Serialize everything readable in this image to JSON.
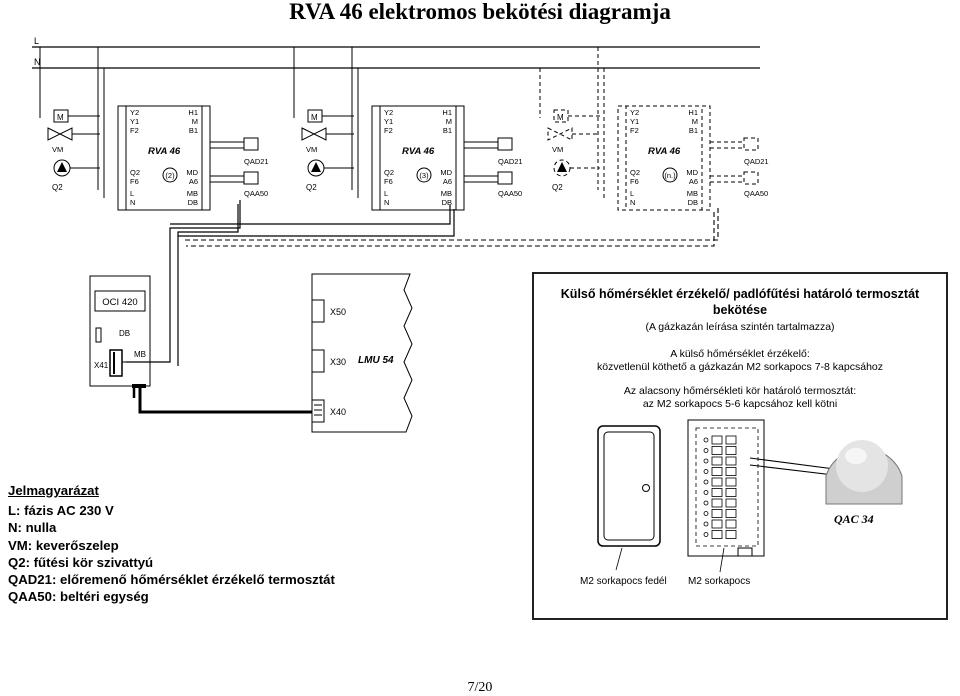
{
  "title": "RVA 46 elektromos bekötési diagramja",
  "lines": {
    "L": "L",
    "N": "N"
  },
  "controllers": [
    {
      "name": "RVA 46",
      "number": "(2)",
      "term_left": [
        "Y2",
        "Y1",
        "F2",
        "Q2",
        "F6",
        "L",
        "N"
      ],
      "term_right": [
        "H1",
        "M",
        "B1",
        "MD",
        "A6",
        "MB",
        "DB"
      ],
      "sensor_top": "QAD21",
      "sensor_bottom": "QAA50"
    },
    {
      "name": "RVA 46",
      "number": "(3)",
      "term_left": [
        "Y2",
        "Y1",
        "F2",
        "Q2",
        "F6",
        "L",
        "N"
      ],
      "term_right": [
        "H1",
        "M",
        "B1",
        "MD",
        "A6",
        "MB",
        "DB"
      ],
      "sensor_top": "QAD21",
      "sensor_bottom": "QAA50"
    },
    {
      "name": "RVA 46",
      "number": "(n.)",
      "term_left": [
        "Y2",
        "Y1",
        "F2",
        "Q2",
        "F6",
        "L",
        "N"
      ],
      "term_right": [
        "H1",
        "M",
        "B1",
        "MD",
        "A6",
        "MB",
        "DB"
      ],
      "sensor_top": "QAD21",
      "sensor_bottom": "QAA50"
    }
  ],
  "field_devices": {
    "motor": "M",
    "valve": "VM",
    "pump": "Q2"
  },
  "oci": {
    "name": "OCI 420",
    "db": "DB",
    "mb": "MB",
    "x41": "X41"
  },
  "lmu": {
    "name": "LMU 54",
    "x50": "X50",
    "x30": "X30",
    "x40": "X40"
  },
  "note": {
    "title1": "Külső hőmérséklet érzékelő/ padlófűtési határoló termosztát",
    "title2": "bekötése",
    "sub": "(A gázkazán leírása szintén tartalmazza)",
    "line1": "A külső hőmérséklet érzékelő:",
    "line2": "közvetlenül köthető a gázkazán M2 sorkapocs 7-8 kapcsához",
    "line3": "Az alacsony hőmérsékleti kör határoló termosztát:",
    "line4": "az M2 sorkapocs 5-6 kapcsához kell kötni",
    "label_cover": "M2 sorkapocs fedél",
    "label_terminal": "M2 sorkapocs",
    "sensor": "QAC 34"
  },
  "legend": {
    "title": "Jelmagyarázat",
    "items": [
      "L: fázis AC 230 V",
      "N: nulla",
      "VM: keverőszelep",
      "Q2: fűtési kör szivattyú",
      "QAD21: előremenő hőmérséklet érzékelő termosztát",
      "QAA50: beltéri egység"
    ]
  },
  "page": "7/20"
}
